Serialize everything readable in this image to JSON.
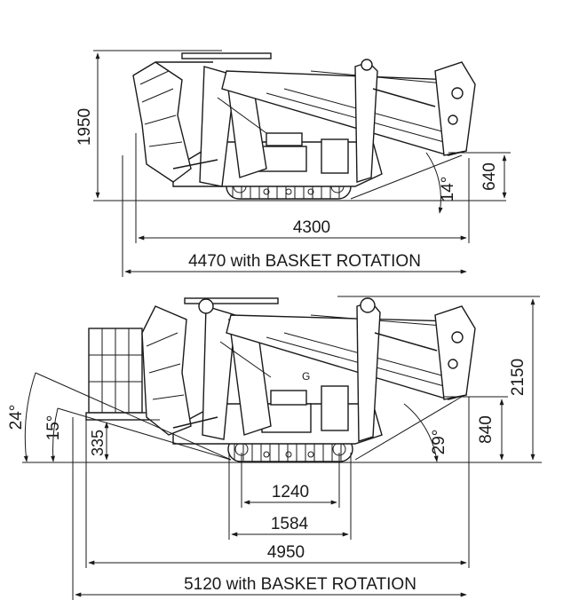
{
  "top_view": {
    "height_label": "1950",
    "boom_height_label": "640",
    "angle_label": "14°",
    "length_label": "4300",
    "length_rotation_label": "4470 with BASKET ROTATION"
  },
  "bottom_view": {
    "height_label": "2150",
    "boom_height_label": "840",
    "basket_height_label": "335",
    "angle_outer_label": "24°",
    "angle_inner_label": "15°",
    "angle_right_label": "29°",
    "track_inner_label": "1240",
    "track_outer_label": "1584",
    "length_label": "4950",
    "length_rotation_label": "5120 with BASKET ROTATION",
    "cog_label": "G"
  }
}
